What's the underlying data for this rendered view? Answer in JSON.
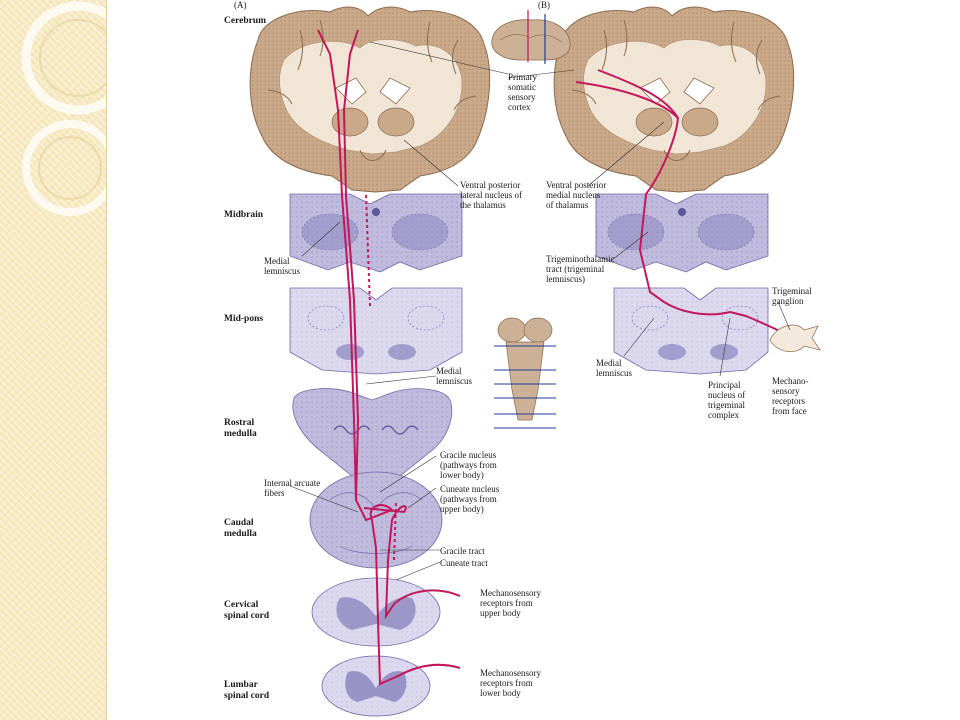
{
  "panels": {
    "a": "(A)",
    "b": "(B)"
  },
  "levels": {
    "cerebrum": "Cerebrum",
    "midbrain": "Midbrain",
    "midpons": "Mid-pons",
    "rostral_medulla": "Rostral\nmedulla",
    "caudal_medulla": "Caudal\nmedulla",
    "cervical_cord": "Cervical\nspinal cord",
    "lumbar_cord": "Lumbar\nspinal cord"
  },
  "labels": {
    "primary_cortex": "Primary\nsomatic\nsensory\ncortex",
    "vpl": "Ventral posterior\nlateral nucleus of\nthe thalamus",
    "vpm": "Ventral posterior\nmedial nucleus\nof thalamus",
    "medial_lemniscus_a1": "Medial\nlemniscus",
    "medial_lemniscus_a2": "Medial\nlemniscus",
    "medial_lemniscus_b": "Medial\nlemniscus",
    "trigeminothalamic": "Trigeminothalamic\ntract (trigeminal\nlemniscus)",
    "trigeminal_ganglion": "Trigeminal\nganglion",
    "principal_nucleus": "Principal\nnucleus of\ntrigeminal\ncomplex",
    "mechano_face": "Mechano-\nsensory\nreceptors\nfrom face",
    "gracile_nucleus": "Gracile nucleus\n(pathways from\nlower body)",
    "cuneate_nucleus": "Cuneate nucleus\n(pathways from\nupper body)",
    "internal_arcuate": "Internal arcuate\nfibers",
    "gracile_tract": "Gracile tract",
    "cuneate_tract": "Cuneate tract",
    "mechano_upper": "Mechanosensory\nreceptors from\nupper body",
    "mechano_lower": "Mechanosensory\nreceptors from\nlower body"
  },
  "colors": {
    "pathway": "#c2185b",
    "brain_tissue": "#c9a98a",
    "white_matter": "#f1e6d6",
    "section_tint": "#b3aed4",
    "section_dark": "#8d86bf",
    "sidebar": "#f6e8bf",
    "inset_line": "#1f3a9a"
  }
}
